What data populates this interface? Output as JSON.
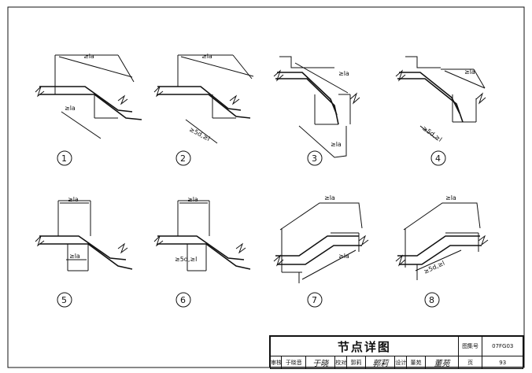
{
  "sheet": {
    "title": "节点详图",
    "atlas_label": "图集号",
    "atlas_no": "07FG03",
    "page_label": "页",
    "page_no": "93",
    "reviewer_label": "审核",
    "reviewer_name": "于晓音",
    "reviewer_sig": "于晓",
    "checker_label": "校对",
    "checker_name": "郭莉",
    "checker_sig": "郭莉",
    "designer_label": "设计",
    "designer_name": "董苑",
    "designer_sig": "董苑"
  },
  "labels": {
    "la": "≥la",
    "lap": "≥5d,≥l"
  },
  "details": [
    {
      "number": "1"
    },
    {
      "number": "2"
    },
    {
      "number": "3"
    },
    {
      "number": "4"
    },
    {
      "number": "5"
    },
    {
      "number": "6"
    },
    {
      "number": "7"
    },
    {
      "number": "8"
    }
  ]
}
